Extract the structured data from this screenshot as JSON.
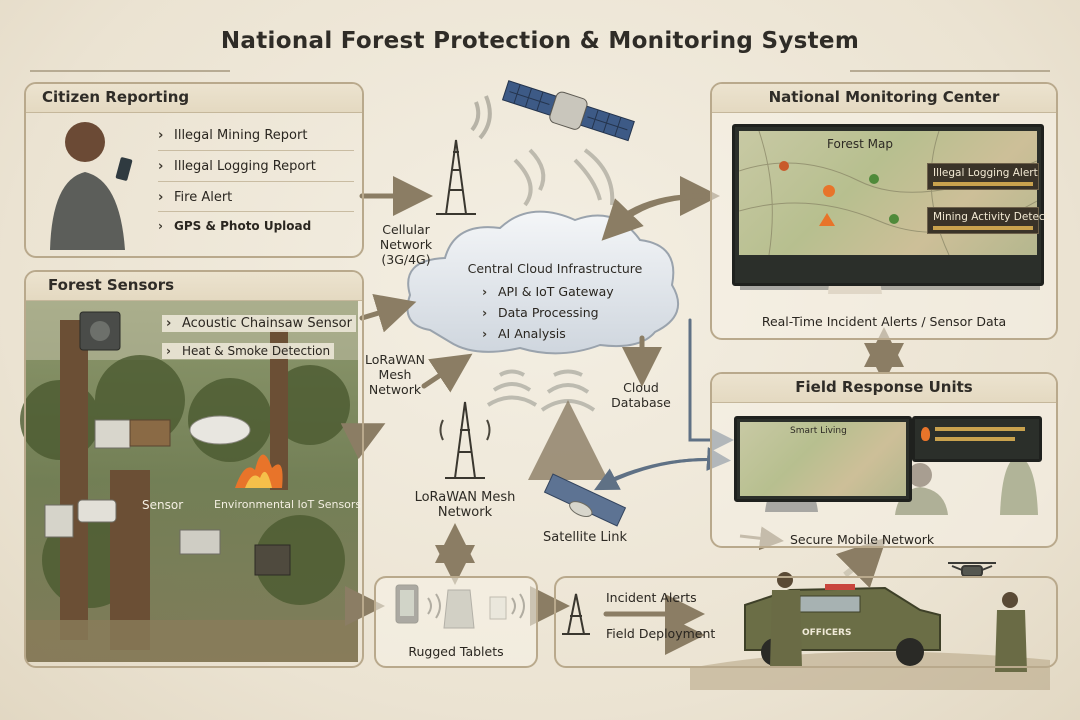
{
  "title": "National Forest Protection & Monitoring System",
  "citizen": {
    "title": "Citizen Reporting",
    "items": [
      "Illegal Mining Report",
      "Illegal Logging Report",
      "Fire Alert",
      "GPS & Photo Upload"
    ]
  },
  "sensors": {
    "title": "Forest Sensors",
    "items": [
      "Acoustic Chainsaw Sensor",
      "Heat & Smoke Detection"
    ],
    "sensor_label": "Sensor",
    "iot_label": "Environmental IoT Sensors"
  },
  "cellular": {
    "label": "Cellular Network (3G/4G)"
  },
  "cloud": {
    "title": "Central Cloud Infrastructure",
    "items": [
      "API & IoT Gateway",
      "Data Processing",
      "AI Analysis"
    ]
  },
  "lora_top": {
    "label": "LoRaWAN Mesh Network"
  },
  "lora_bottom": {
    "label": "LoRaWAN Mesh Network"
  },
  "cloud_db": {
    "label": "Cloud Database"
  },
  "satellite": {
    "label": "Satellite Link"
  },
  "monitoring": {
    "title": "National Monitoring Center",
    "map_title": "Forest Map",
    "alert1": "Illegal Logging Alert",
    "alert2": "Mining Activity Detect",
    "caption": "Real-Time Incident Alerts / Sensor Data",
    "screen_label": "Smart Living"
  },
  "field": {
    "title": "Field Response Units",
    "caption": "Secure Mobile Network"
  },
  "tablets": {
    "label": "Rugged Tablets"
  },
  "deploy": {
    "items": [
      "Incident Alerts",
      "Field Deployment"
    ],
    "vehicle_text": "OFFICERS"
  },
  "colors": {
    "panel_border": "#b9a98c",
    "arrow": "#8b7d64",
    "fire": "#e8742a",
    "cloud": "#dfe4ea",
    "forest": "#5b6e3c"
  }
}
